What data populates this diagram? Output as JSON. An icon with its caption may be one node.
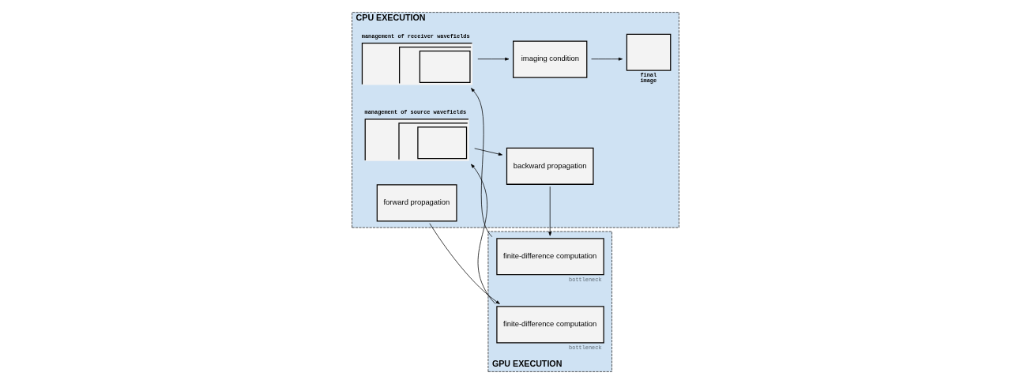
{
  "diagram": {
    "nodes": [
      {
        "text": [
          "CPU EXECUTION"
        ]
      },
      {
        "text": [
          "GPU EXECUTION"
        ]
      },
      {
        "text": [
          "forward propagation"
        ],
        "in": 0
      },
      {
        "text": [
          "management of source wavefields"
        ],
        "in": 0
      },
      {
        "text": [
          "backward propagation"
        ],
        "in": 0
      },
      {
        "text": [
          "management of receiver wavefields"
        ],
        "in": 0
      },
      {
        "text": [
          "imaging condition"
        ],
        "in": 0
      },
      {
        "text": [
          "final image"
        ],
        "in": 0
      },
      {
        "text": [
          "finite-difference computation"
        ],
        "in": 1,
        "beside": [
          "bottleneck"
        ]
      },
      {
        "text": [
          "finite-difference computation"
        ],
        "in": 1,
        "beside": [
          "bottleneck"
        ]
      }
    ],
    "edges": [
      {
        "from": 2,
        "to": 8,
        "arrow": "to"
      },
      {
        "from": 8,
        "to": 3,
        "arrow": "to"
      },
      {
        "from": 3,
        "to": 4,
        "arrow": "to"
      },
      {
        "from": 4,
        "to": 9,
        "arrow": "to"
      },
      {
        "from": 9,
        "to": 5,
        "arrow": "to"
      },
      {
        "from": 5,
        "to": 6,
        "arrow": "to"
      },
      {
        "from": 6,
        "to": 7,
        "arrow": "to"
      }
    ]
  }
}
